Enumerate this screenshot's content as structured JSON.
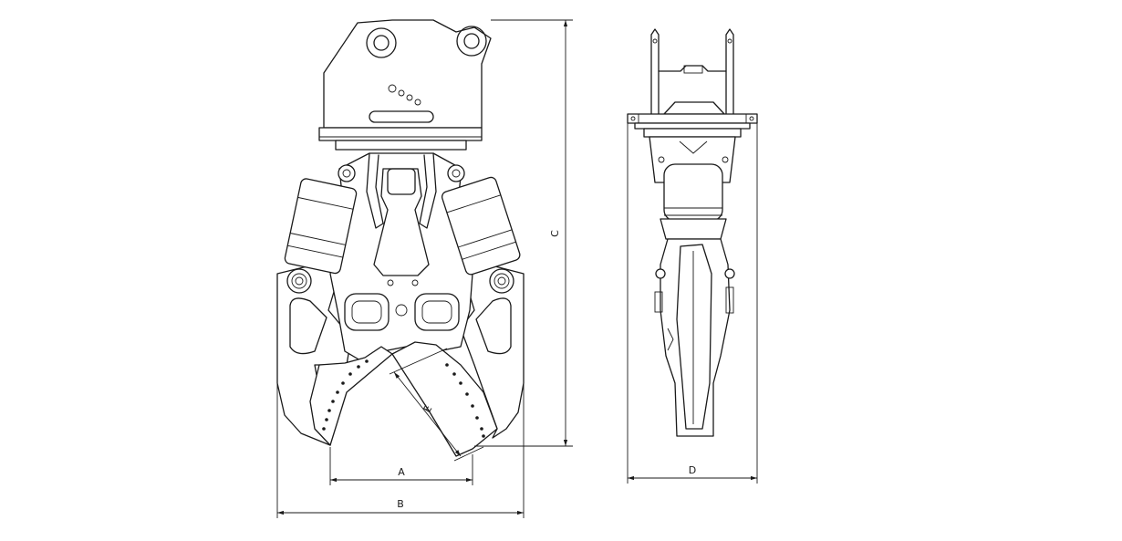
{
  "dimension_labels": {
    "a": "A",
    "b": "B",
    "c": "C",
    "d": "D",
    "e": "E"
  }
}
